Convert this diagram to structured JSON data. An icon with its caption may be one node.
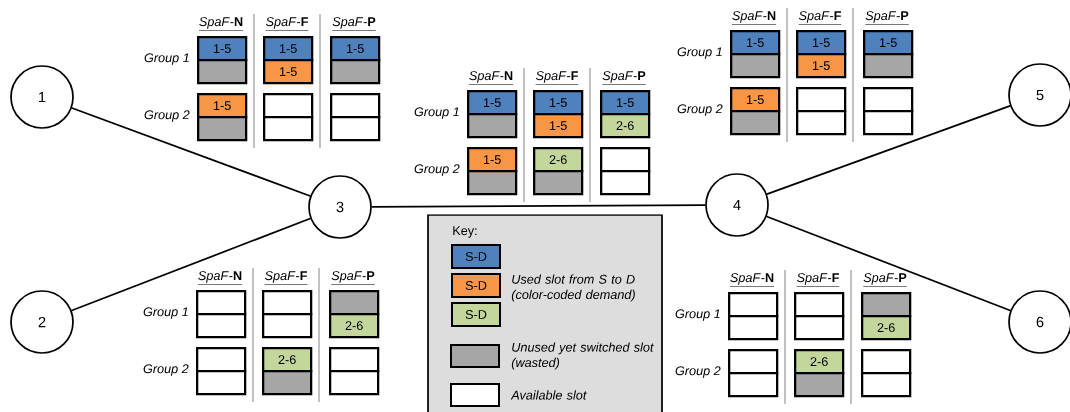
{
  "diagram": {
    "nodes": [
      {
        "text": [
          "1"
        ]
      },
      {
        "text": [
          "2"
        ]
      },
      {
        "text": [
          "3"
        ]
      },
      {
        "text": [
          "4"
        ]
      },
      {
        "text": [
          "5"
        ]
      },
      {
        "text": [
          "6"
        ]
      },
      {
        "text": [
          "1-5"
        ]
      },
      {
        "text": [],
        "shape": "box"
      },
      {
        "text": [
          "1-5"
        ]
      },
      {
        "text": [
          "1-5"
        ]
      },
      {
        "text": [
          "1-5"
        ]
      },
      {
        "text": [],
        "shape": "box"
      },
      {
        "text": [
          "1-5"
        ]
      },
      {
        "text": [],
        "shape": "box"
      },
      {
        "text": [],
        "shape": "box"
      },
      {
        "text": [],
        "shape": "box"
      },
      {
        "text": [],
        "shape": "box"
      },
      {
        "text": [],
        "shape": "box"
      },
      {
        "text": [
          "1-5"
        ]
      },
      {
        "text": [],
        "shape": "box"
      },
      {
        "text": [
          "1-5"
        ]
      },
      {
        "text": [
          "1-5"
        ]
      },
      {
        "text": [
          "1-5"
        ]
      },
      {
        "text": [
          "2-6"
        ]
      },
      {
        "text": [
          "1-5"
        ]
      },
      {
        "text": [],
        "shape": "box"
      },
      {
        "text": [
          "2-6"
        ]
      },
      {
        "text": [],
        "shape": "box"
      },
      {
        "text": [],
        "shape": "box"
      },
      {
        "text": [],
        "shape": "box"
      },
      {
        "text": [
          "1-5"
        ]
      },
      {
        "text": [],
        "shape": "box"
      },
      {
        "text": [
          "1-5"
        ]
      },
      {
        "text": [
          "1-5"
        ]
      },
      {
        "text": [
          "1-5"
        ]
      },
      {
        "text": [],
        "shape": "box"
      },
      {
        "text": [
          "1-5"
        ]
      },
      {
        "text": [],
        "shape": "box"
      },
      {
        "text": [],
        "shape": "box"
      },
      {
        "text": [],
        "shape": "box"
      },
      {
        "text": [],
        "shape": "box"
      },
      {
        "text": [],
        "shape": "box"
      },
      {
        "text": [],
        "shape": "box"
      },
      {
        "text": [],
        "shape": "box"
      },
      {
        "text": [],
        "shape": "box"
      },
      {
        "text": [],
        "shape": "box"
      },
      {
        "text": [],
        "shape": "box"
      },
      {
        "text": [
          "2-6"
        ]
      },
      {
        "text": [],
        "shape": "box"
      },
      {
        "text": [],
        "shape": "box"
      },
      {
        "text": [
          "2-6"
        ]
      },
      {
        "text": [],
        "shape": "box"
      },
      {
        "text": [],
        "shape": "box"
      },
      {
        "text": [],
        "shape": "box"
      },
      {
        "text": [],
        "shape": "box"
      },
      {
        "text": [],
        "shape": "box"
      },
      {
        "text": [],
        "shape": "box"
      },
      {
        "text": [],
        "shape": "box"
      },
      {
        "text": [],
        "shape": "box"
      },
      {
        "text": [
          "2-6"
        ]
      },
      {
        "text": [],
        "shape": "box"
      },
      {
        "text": [],
        "shape": "box"
      },
      {
        "text": [
          "2-6"
        ]
      },
      {
        "text": [],
        "shape": "box"
      },
      {
        "text": [],
        "shape": "box"
      },
      {
        "text": [],
        "shape": "box"
      }
    ],
    "edges": [
      {
        "from": 0,
        "to": 2,
        "arrow": "none"
      },
      {
        "from": 1,
        "to": 2,
        "arrow": "none"
      },
      {
        "from": 2,
        "to": 3,
        "arrow": "none"
      },
      {
        "from": 3,
        "to": 4,
        "arrow": "none"
      },
      {
        "from": 3,
        "to": 5,
        "arrow": "none"
      }
    ],
    "labels": [
      "*SpaF*-**N**",
      "*SpaF*-**F**",
      "*SpaF*-**P**",
      "Group 1",
      "Group 2",
      "*SpaF*-**N**",
      "*SpaF*-**F**",
      "*SpaF*-**P**",
      "Group 1",
      "Group 2",
      "*SpaF*-**N**",
      "*SpaF*-**F**",
      "*SpaF*-**P**",
      "Group 1",
      "Group 2",
      "*SpaF*-**N**",
      "*SpaF*-**F**",
      "*SpaF*-**P**",
      "Group 1",
      "Group 2",
      "*SpaF*-**N**",
      "*SpaF*-**F**",
      "*SpaF*-**P**",
      "Group 1",
      "Group 2",
      "Key:",
      "Used slot from S to D (color-coded demand)"
    ],
    "legend": [
      {
        "text": "S-D",
        "color": "#4f81bd"
      },
      {
        "text": "S-D",
        "color": "#f79646"
      },
      {
        "text": "S-D",
        "color": "#c3d69b"
      },
      {
        "text": "Unused yet switched slot (wasted)",
        "color": "#a6a6a6"
      },
      {
        "text": "Available slot",
        "color": "#ffffff"
      }
    ]
  }
}
